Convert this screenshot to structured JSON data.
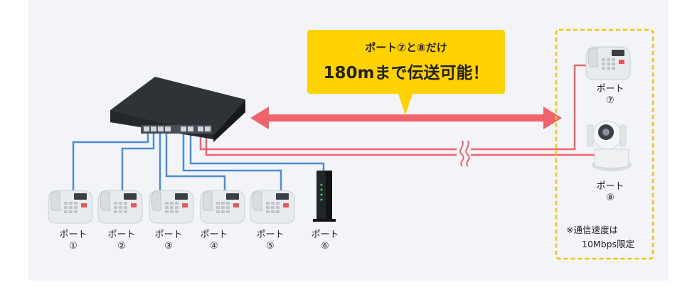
{
  "callout": {
    "line1": "ポート⑦と⑧だけ",
    "line2": "180mまで伝送可能！"
  },
  "ports": [
    {
      "label": "ポート",
      "num": "①"
    },
    {
      "label": "ポート",
      "num": "②"
    },
    {
      "label": "ポート",
      "num": "③"
    },
    {
      "label": "ポート",
      "num": "④"
    },
    {
      "label": "ポート",
      "num": "⑤"
    },
    {
      "label": "ポート",
      "num": "⑥"
    },
    {
      "label": "ポート",
      "num": "⑦"
    },
    {
      "label": "ポート",
      "num": "⑧"
    }
  ],
  "note": {
    "line1": "※通信速度は",
    "line2": "10Mbps限定"
  },
  "colors": {
    "blue_cable": "#4b8ed3",
    "red_cable": "#f0636a",
    "callout": "#ffd200",
    "dashed_box": "#f5c400",
    "panel": "#f2f4f7"
  }
}
